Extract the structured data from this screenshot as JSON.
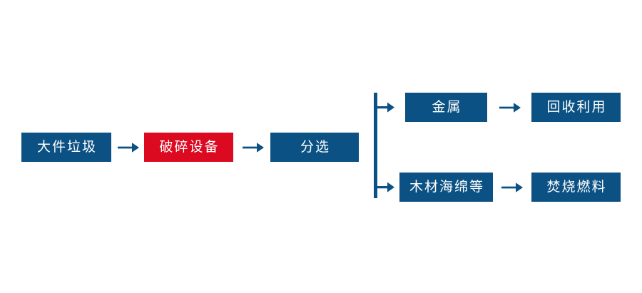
{
  "diagram": {
    "title": "bulky-waste-processing-flow",
    "background_color": "#ffffff",
    "colors": {
      "primary_blue": "#0b5183",
      "highlight_red": "#dc0a20",
      "text": "#ffffff",
      "connector": "#0b5183"
    },
    "nodes": [
      {
        "id": "bulky-waste",
        "label": "大件垃圾",
        "color": "#0b5183"
      },
      {
        "id": "crushing-equipment",
        "label": "破碎设备",
        "color": "#dc0a20"
      },
      {
        "id": "sorting",
        "label": "分选",
        "color": "#0b5183"
      },
      {
        "id": "metal",
        "label": "金属",
        "color": "#0b5183"
      },
      {
        "id": "recycling",
        "label": "回收利用",
        "color": "#0b5183"
      },
      {
        "id": "wood-sponge-etc",
        "label": "木材海绵等",
        "color": "#0b5183"
      },
      {
        "id": "incineration-fuel",
        "label": "焚烧燃料",
        "color": "#0b5183"
      }
    ],
    "connectors": [
      {
        "id": "arrow-waste-to-crusher",
        "icon": "arrow-right-icon",
        "from": "bulky-waste",
        "to": "crushing-equipment"
      },
      {
        "id": "arrow-crusher-to-sorting",
        "icon": "arrow-right-icon",
        "from": "crushing-equipment",
        "to": "sorting"
      },
      {
        "id": "branch-bracket",
        "icon": "branch-bracket-icon",
        "from": "sorting",
        "to": "metal, wood-sponge-etc"
      },
      {
        "id": "arrow-branch-top",
        "icon": "arrow-right-icon",
        "from": "branch-bracket",
        "to": "metal"
      },
      {
        "id": "arrow-branch-bottom",
        "icon": "arrow-right-icon",
        "from": "branch-bracket",
        "to": "wood-sponge-etc"
      },
      {
        "id": "arrow-metal-to-recycling",
        "icon": "arrow-right-icon",
        "from": "metal",
        "to": "recycling"
      },
      {
        "id": "arrow-wood-to-fuel",
        "icon": "arrow-right-icon",
        "from": "wood-sponge-etc",
        "to": "incineration-fuel"
      }
    ]
  }
}
